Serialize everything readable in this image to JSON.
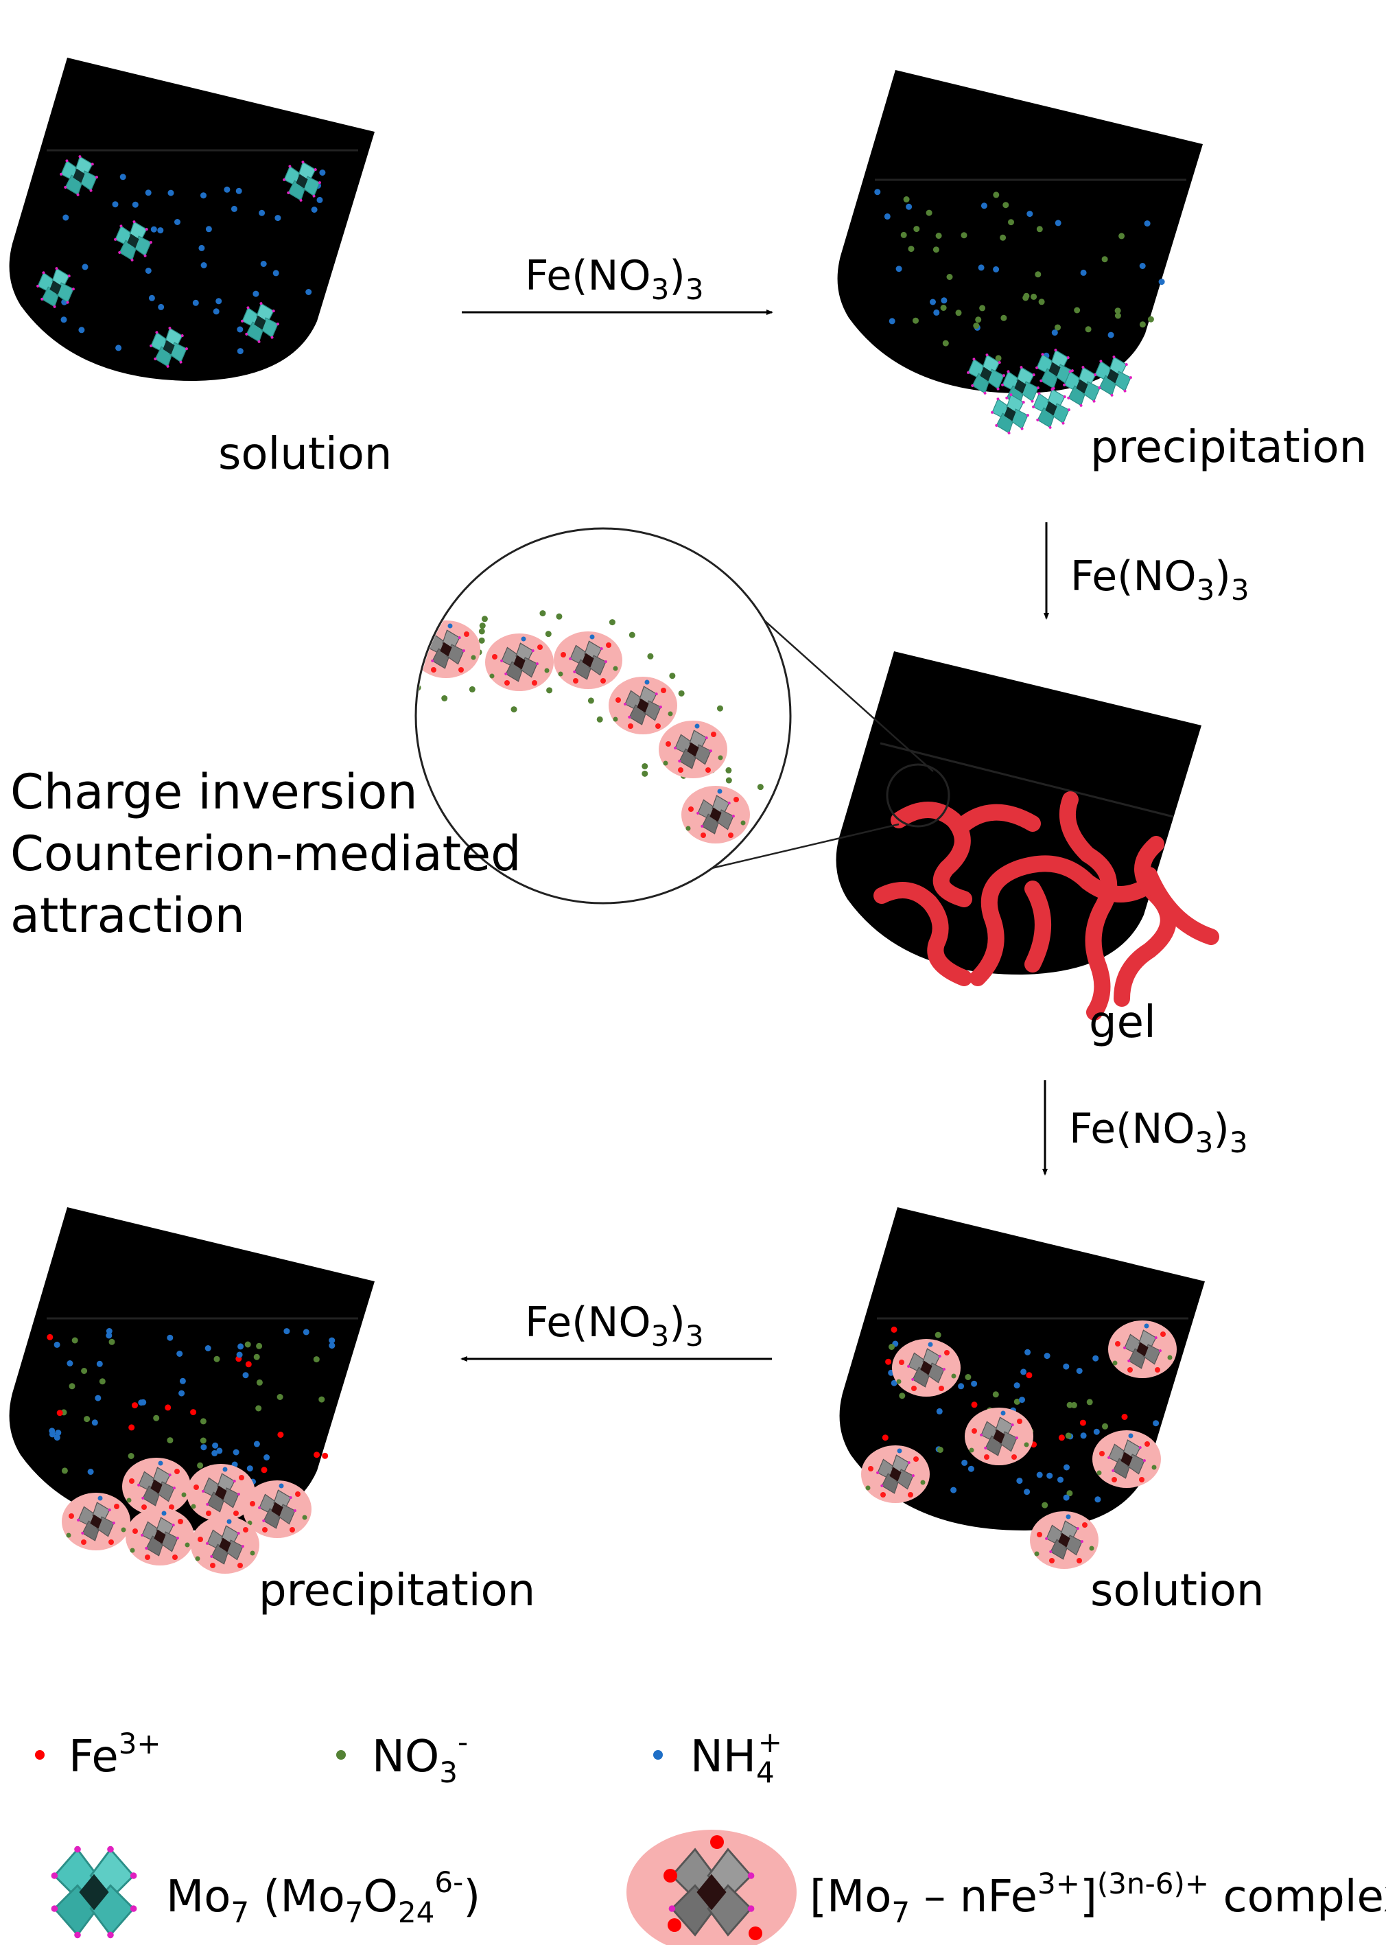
{
  "labels": {
    "step1_state": "solution",
    "step2_state": "precipitation",
    "step3_state": "gel",
    "step4_state": "solution",
    "step5_state": "precipitation"
  },
  "reagent": {
    "a": "Fe(NO",
    "b": "3",
    "c": ")",
    "d": "3"
  },
  "mechanism": {
    "line1": "Charge inversion",
    "line2": "Counterion-mediated",
    "line3": "attraction"
  },
  "legend": {
    "fe": {
      "base": "Fe",
      "sup": "3+",
      "color": "#ff0000"
    },
    "no3": {
      "base": "NO",
      "sub": "3",
      "sup": "-",
      "color": "#548235"
    },
    "nh4": {
      "base": "NH",
      "sub": "4",
      "sup": "+",
      "color": "#1f6fc6"
    },
    "mo7": {
      "a": "Mo",
      "b": "7",
      "c": " (Mo",
      "d": "7",
      "e": "O",
      "f": "24",
      "g": "6-",
      "h": ")"
    },
    "complex": {
      "a": "[Mo",
      "b": "7",
      "c": " – nFe",
      "d": "3+",
      "e": "]",
      "f": "(3n-6)+",
      "g": " complex"
    }
  },
  "colors": {
    "teal": "#45bdb5",
    "gel": "#e3323c",
    "complex_halo": "#f7b0b0"
  }
}
